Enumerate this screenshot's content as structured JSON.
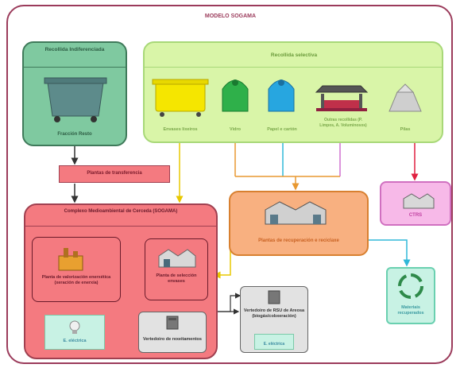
{
  "title": "MODELO SOGAMA",
  "colors": {
    "frame": "#9b3b5b",
    "undifferentiated": "#7fc9a0",
    "selective": "#d9f5a8",
    "transfer": "#f47a80",
    "complex": "#f47a80",
    "recycling_plant": "#f8b080",
    "ctrs": "#f7b9e8",
    "recovery": "#c8f2e4",
    "landfill": "#e2e2e2"
  },
  "nodes": {
    "undifferentiated": {
      "title": "Recollida Indiferenciada",
      "item": "Fracción Resto"
    },
    "selective": {
      "title": "Recollida selectiva",
      "items": [
        {
          "label": "Envases lixeiros",
          "icon": "yellow-container-icon"
        },
        {
          "label": "Vidro",
          "icon": "green-igloo-icon"
        },
        {
          "label": "Papel e cartón",
          "icon": "blue-igloo-icon"
        },
        {
          "label": "Outras recollidas (P. Limpos, A. Voluminosos)",
          "icon": "market-stall-icon"
        },
        {
          "label": "Pilas",
          "icon": "battery-bin-icon"
        }
      ]
    },
    "transfer_plant": {
      "label": "Plantas de transferencia"
    },
    "complex": {
      "title": "Complexo Medioambiental de Cerceda (SOGAMA)",
      "valorization": "Planta de valorización enerxética (xeración de enerxía)",
      "separation": "Planta de selección envases",
      "electricity": "E. eléctrica",
      "landfill": "Vertedoiro de rexeitamentos"
    },
    "recycling_plants": {
      "label": "Plantas de recuperación e reciclaxe"
    },
    "ctrs": {
      "label": "CTRS"
    },
    "recovery": {
      "label": "Materiais recuperados"
    },
    "external_landfill": {
      "label": "Vertedoiro de RSU de Areosa (biogás/cobxeración)",
      "electricity": "E. eléctrica"
    }
  }
}
